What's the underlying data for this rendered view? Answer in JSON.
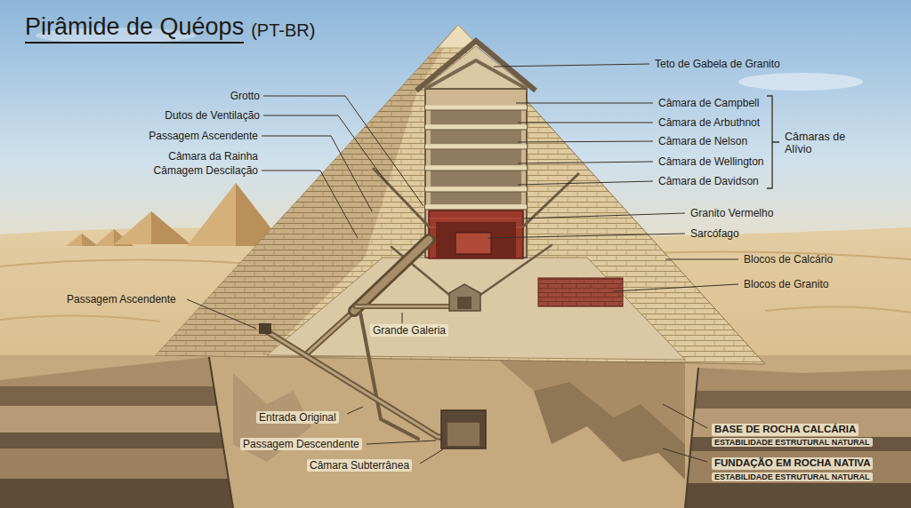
{
  "diagram": {
    "title": "Pirâmide de Quéops",
    "labels": [
      "(PT-BR)",
      "Teto de Gabela de Granito",
      "Câmara de Campbell",
      "Câmara de Arbuthnot",
      "Câmara de Nelson",
      "Câmara de Wellington",
      "Câmara de Davidson",
      "Câmaras de Alívio",
      "Granito Vermelho",
      "Sarcófago",
      "Blocos de Calcário",
      "Blocos de Granito",
      "BASE DE ROCHA CALCÁRIA",
      "ESTABILIDADE ESTRUTURAL NATURAL",
      "FUNDAÇÃO EM ROCHA NATIVA",
      "ESTABILIDADE ESTRUTURAL NATURAL",
      "Grotto",
      "Dutos de Ventilação",
      "Passagem Ascendente",
      "Câmara da Rainha",
      "Câmagem Descilação",
      "Passagem Ascendente",
      "Grande Galeria",
      "Entrada Original",
      "Passagem Descendente",
      "Câmara Subterrânea"
    ]
  }
}
